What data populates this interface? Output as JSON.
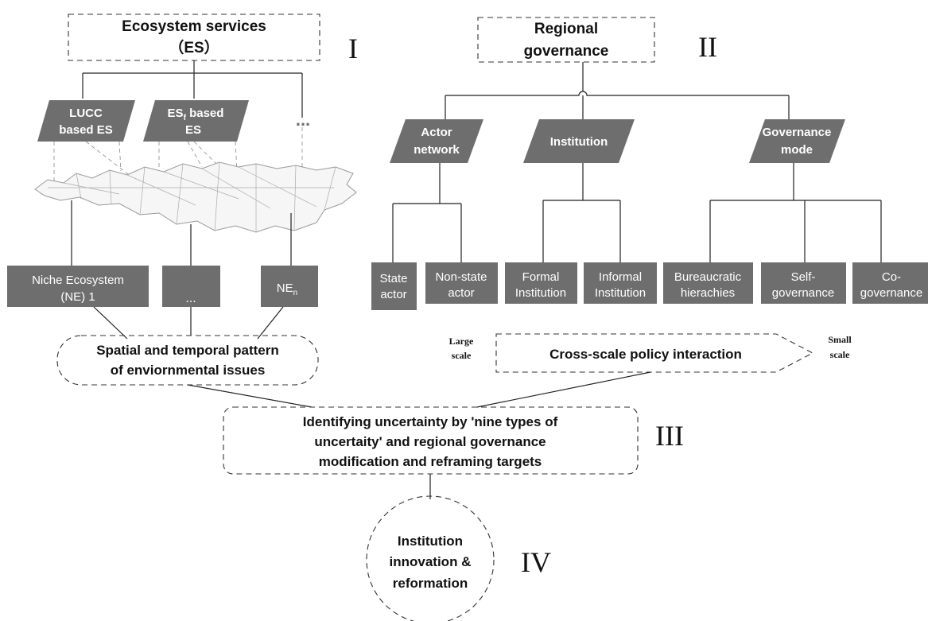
{
  "section_I": {
    "title_line1": "Ecosystem services",
    "title_line2": "（ES）",
    "numeral": "I",
    "inputs": [
      {
        "line1": "LUCC",
        "line2": "based ES"
      },
      {
        "line1": "ES",
        "line1_sub": "f",
        "line1_rest": " based",
        "line2": "ES"
      }
    ],
    "more_marker": "...",
    "niches": [
      {
        "line1": "Niche Ecosystem",
        "line2": "(NE) 1"
      },
      {
        "line1": "..."
      },
      {
        "line1": "NE",
        "line1_sub": "n"
      }
    ],
    "pattern_line1": "Spatial and temporal pattern",
    "pattern_line2": "of enviornmental issues"
  },
  "section_II": {
    "title_line1": "Regional",
    "title_line2": "governance",
    "numeral": "II",
    "categories": [
      {
        "line1": "Actor",
        "line2": "network"
      },
      {
        "line1": "Institution"
      },
      {
        "line1": "Governance",
        "line2": "mode"
      }
    ],
    "leaves": [
      {
        "line1": "State",
        "line2": "actor"
      },
      {
        "line1": "Non-state",
        "line2": "actor"
      },
      {
        "line1": "Formal",
        "line2": "Institution"
      },
      {
        "line1": "Informal",
        "line2": "Institution"
      },
      {
        "line1": "Bureaucratic",
        "line2": "hierachies"
      },
      {
        "line1": "Self-",
        "line2": "governance"
      },
      {
        "line1": "Co-",
        "line2": "governance"
      }
    ],
    "scale_left_line1": "Large",
    "scale_left_line2": "scale",
    "scale_right_line1": "Small",
    "scale_right_line2": "scale",
    "interaction_label": "Cross-scale policy interaction"
  },
  "section_III": {
    "numeral": "III",
    "line1": "Identifying uncertainty by 'nine types of",
    "line2": "uncertaity' and regional governance",
    "line3": "modification and reframing targets"
  },
  "section_IV": {
    "numeral": "IV",
    "line1": "Institution",
    "line2": "innovation &",
    "line3": "reformation"
  }
}
